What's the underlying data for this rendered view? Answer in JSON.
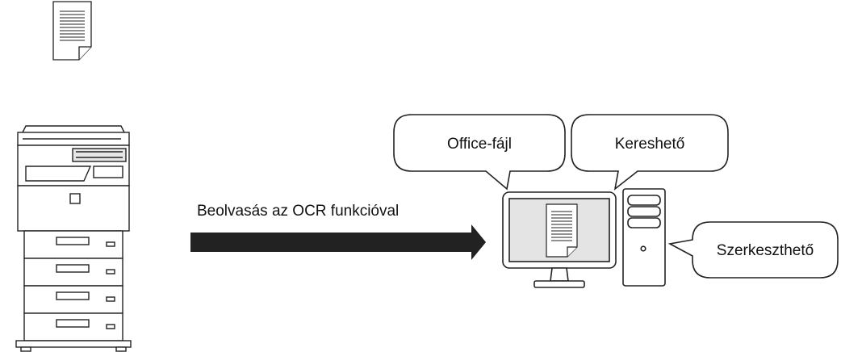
{
  "diagram": {
    "arrow_label": "Beolvasás az OCR funkcióval",
    "bubbles": {
      "office": "Office-fájl",
      "searchable": "Kereshető",
      "editable": "Szerkeszthető"
    },
    "icons": {
      "source_document": "document-icon",
      "mfp": "multifunction-printer-icon",
      "arrow": "right-arrow",
      "monitor": "monitor-icon",
      "screen_document": "document-icon",
      "tower": "pc-tower-icon"
    },
    "colors": {
      "line": "#222222",
      "arrow_fill": "#222222",
      "screen_fill": "#e4e4e4",
      "panel_fill": "#e6e6e6",
      "background": "#ffffff"
    }
  }
}
